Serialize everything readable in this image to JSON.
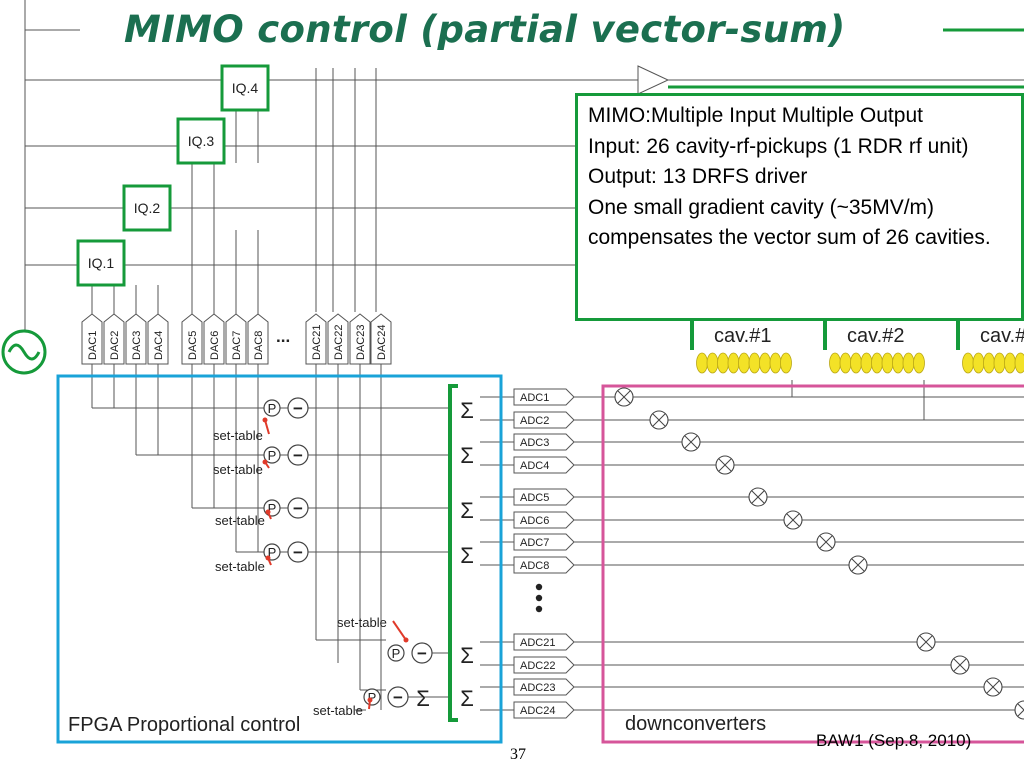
{
  "slide": {
    "title": "MIMO control (partial vector-sum)",
    "page_number": "37",
    "credit": "BAW1 (Sep.8, 2010)"
  },
  "info_box": {
    "lines": [
      "MIMO:Multiple Input Multiple Output",
      "Input: 26 cavity-rf-pickups (1 RDR rf unit)",
      "Output: 13 DRFS driver",
      "One small gradient cavity (~35MV/m) compensates the vector sum of 26 cavities."
    ]
  },
  "diagram": {
    "iq_blocks": [
      "IQ.1",
      "IQ.2",
      "IQ.3",
      "IQ.4"
    ],
    "dac_labels": [
      "DAC1",
      "DAC2",
      "DAC3",
      "DAC4",
      "DAC5",
      "DAC6",
      "DAC7",
      "DAC8",
      "DAC21",
      "DAC22",
      "DAC23",
      "DAC24"
    ],
    "dac_ellipsis": "...",
    "cavity_labels": [
      "cav.#1",
      "cav.#2",
      "cav.#"
    ],
    "adc_labels": [
      "ADC1",
      "ADC2",
      "ADC3",
      "ADC4",
      "ADC5",
      "ADC6",
      "ADC7",
      "ADC8",
      "ADC21",
      "ADC22",
      "ADC23",
      "ADC24"
    ],
    "set_table_label": "set-table",
    "p_symbol": "P",
    "minus_symbol": "−",
    "sigma_symbol": "Σ",
    "fpga_label": "FPGA Proportional control",
    "downconverters_label": "downconverters"
  },
  "colors": {
    "title": "#1b6f50",
    "green_box": "#159a3a",
    "fpga_border": "#19a3d8",
    "downconverter_border": "#d6559a",
    "cavity_cell": "#f3e227",
    "arrow_red": "#e03a2a"
  }
}
